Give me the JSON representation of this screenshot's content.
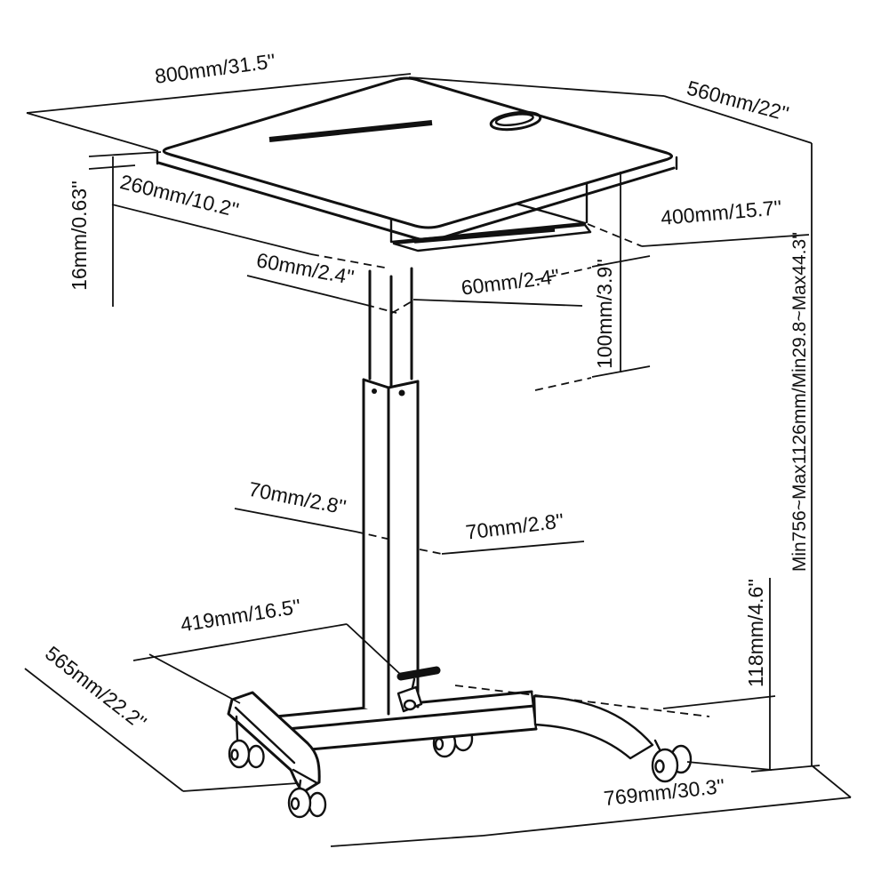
{
  "diagram": {
    "labels": {
      "desk_width": "800mm/31.5''",
      "desk_depth": "560mm/22''",
      "tray_depth": "260mm/10.2''",
      "top_thickness": "16mm/0.63''",
      "tray_width": "400mm/15.7''",
      "column_upper_width": "60mm/2.4''",
      "column_upper_depth": "60mm/2.4''",
      "tray_height": "100mm/3.9''",
      "column_lower_width": "70mm/2.8''",
      "column_lower_depth": "70mm/2.8''",
      "base_arm_length": "419mm/16.5''",
      "base_depth": "565mm/22.2''",
      "caster_height": "118mm/4.6''",
      "height_range": "Min756~Max1126mm/Min29.8~Max44.3''",
      "base_length": "769mm/30.3''"
    },
    "colors": {
      "line": "#111111",
      "background": "#ffffff"
    }
  }
}
